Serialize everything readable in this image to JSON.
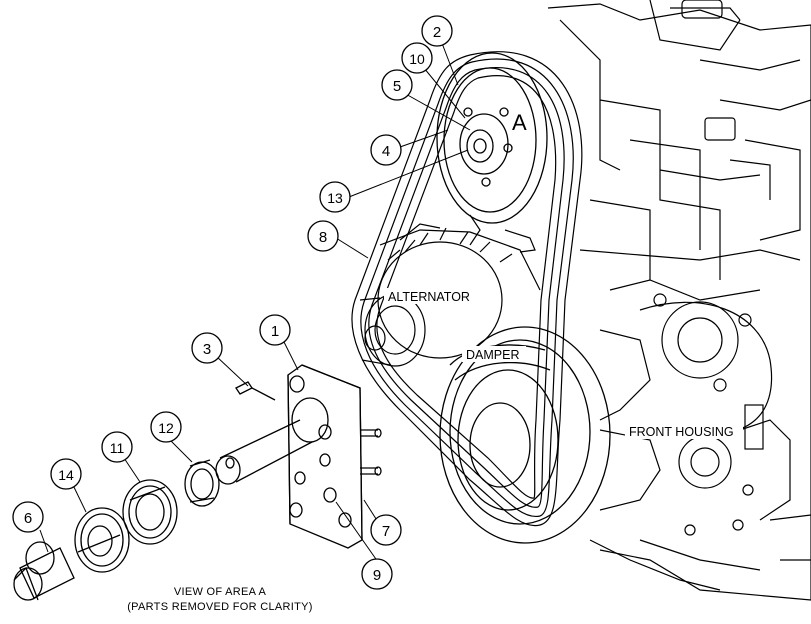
{
  "callouts": [
    {
      "id": "c1",
      "text": "1"
    },
    {
      "id": "c2",
      "text": "2"
    },
    {
      "id": "c3",
      "text": "3"
    },
    {
      "id": "c4",
      "text": "4"
    },
    {
      "id": "c5",
      "text": "5"
    },
    {
      "id": "c6",
      "text": "6"
    },
    {
      "id": "c7",
      "text": "7"
    },
    {
      "id": "c8",
      "text": "8"
    },
    {
      "id": "c9",
      "text": "9"
    },
    {
      "id": "c10",
      "text": "10"
    },
    {
      "id": "c11",
      "text": "11"
    },
    {
      "id": "c12",
      "text": "12"
    },
    {
      "id": "c13",
      "text": "13"
    },
    {
      "id": "c14",
      "text": "14"
    }
  ],
  "labels": {
    "area_marker": "A",
    "alternator": "ALTERNATOR",
    "damper": "DAMPER",
    "front_housing": "FRONT HOUSING"
  },
  "caption": {
    "line1": "VIEW OF AREA  A",
    "line2": "(PARTS REMOVED FOR CLARITY)"
  }
}
